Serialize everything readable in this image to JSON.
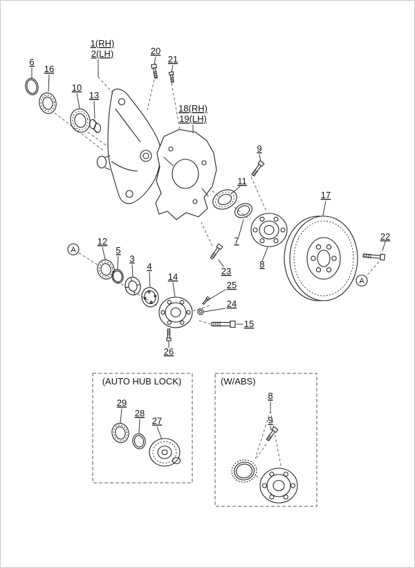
{
  "diagram": {
    "type": "parts-exploded-diagram",
    "callouts": {
      "c1": "1(RH)",
      "c2": "2(LH)",
      "c3": "3",
      "c4": "4",
      "c5": "5",
      "c6": "6",
      "c7": "7",
      "c8": "8",
      "c9": "9",
      "c10": "10",
      "c11": "11",
      "c12": "12",
      "c13": "13",
      "c14": "14",
      "c15": "15",
      "c16": "16",
      "c17": "17",
      "c18": "18(RH)",
      "c19": "19(LH)",
      "c20": "20",
      "c21": "21",
      "c22": "22",
      "c23": "23",
      "c24": "24",
      "c25": "25",
      "c26": "26"
    },
    "insets": {
      "auto_hub_lock": {
        "title": "(AUTO HUB LOCK)",
        "callouts": {
          "c27": "27",
          "c28": "28",
          "c29": "29"
        }
      },
      "w_abs": {
        "title": "(W/ABS)",
        "callouts": {
          "c8": "8",
          "c9": "9"
        }
      }
    },
    "section_markers": {
      "a1": "A",
      "a2": "A"
    }
  }
}
